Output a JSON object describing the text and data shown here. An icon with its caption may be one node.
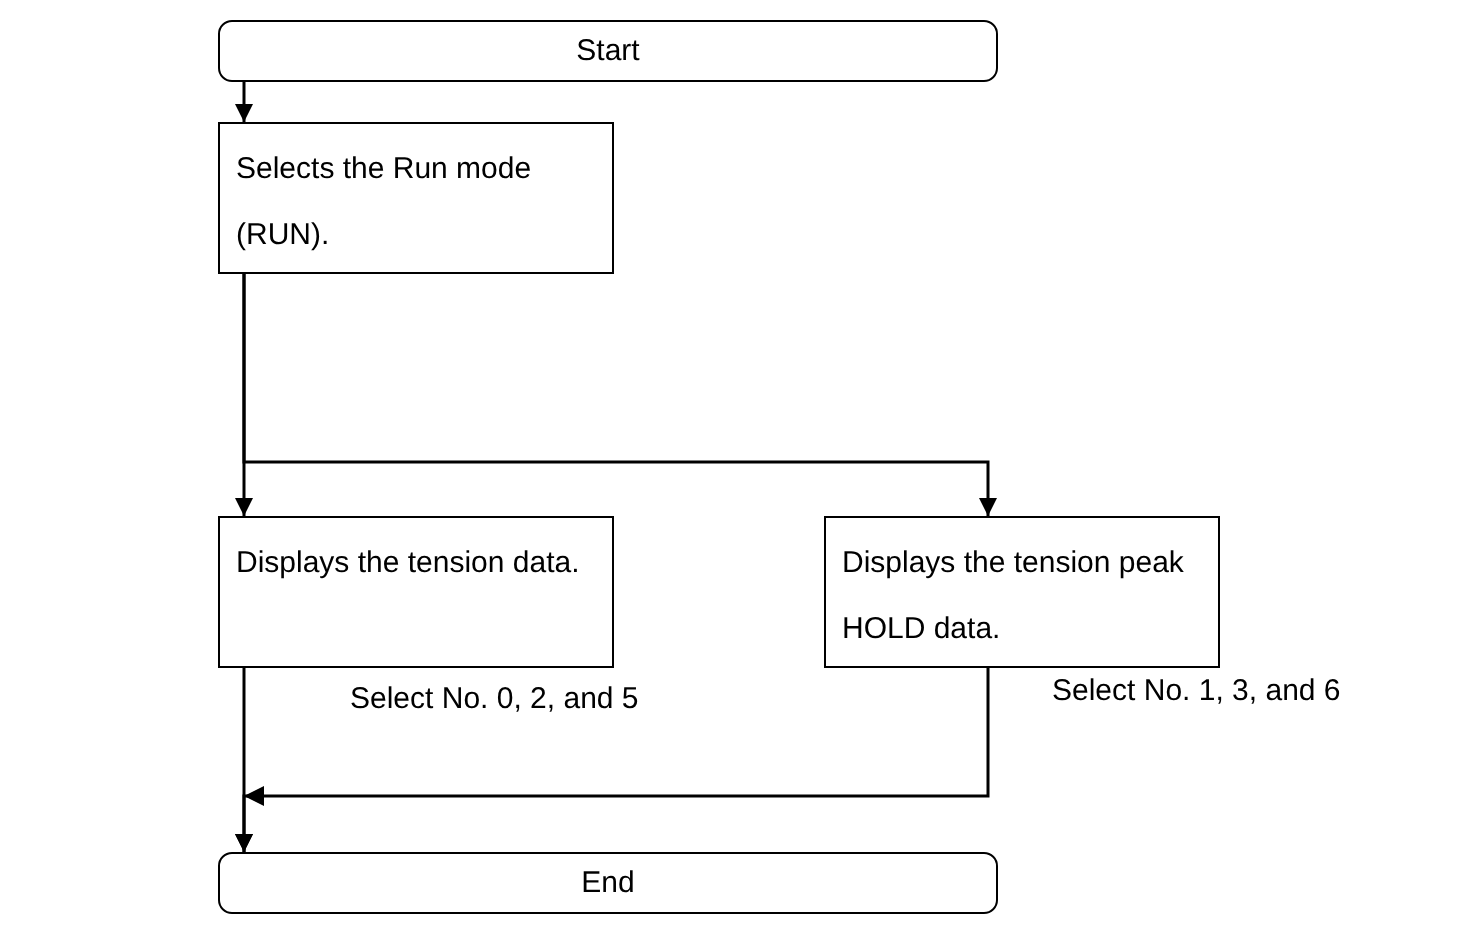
{
  "diagram": {
    "nodes": [
      {
        "text": [
          "Start"
        ]
      },
      {
        "text": [
          "Selects the Run mode (RUN)."
        ]
      },
      {
        "text": [
          "Displays the tension data."
        ],
        "beside": [
          "Select No. 0, 2, and 5"
        ]
      },
      {
        "text": [
          "Displays the tension peak HOLD data."
        ],
        "beside": [
          "Select No. 1, 3, and 6"
        ]
      },
      {
        "text": [
          "End"
        ]
      }
    ],
    "edges": [
      {
        "from": 0,
        "to": 1,
        "arrow": "to"
      },
      {
        "from": 1,
        "to": 2,
        "arrow": "to"
      },
      {
        "from": 1,
        "to": 3,
        "arrow": "to"
      },
      {
        "from": 2,
        "to": 4,
        "arrow": "to"
      },
      {
        "from": 3,
        "to": 4,
        "arrow": "to"
      }
    ]
  }
}
